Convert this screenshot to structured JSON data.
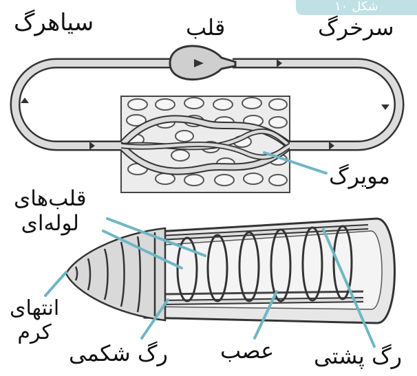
{
  "badge": "شکل ۱۰",
  "labels": {
    "vein": "سیاهرگ",
    "heart": "قلب",
    "artery": "سرخرگ",
    "capillary": "مویرگ",
    "tube_hearts": "قلب‌های\nلوله‌ای",
    "worm_end": "انتهای\nکرم",
    "ventral_vessel": "رگ شکمی",
    "nerve": "عصب",
    "dorsal_vessel": "رگ پشتی"
  },
  "colors": {
    "vessel": "#dcdcdc",
    "outline": "#333333",
    "pointer": "#6fb6c4",
    "tissue": "#e9e9e9",
    "badge": "#bfe1e6"
  }
}
